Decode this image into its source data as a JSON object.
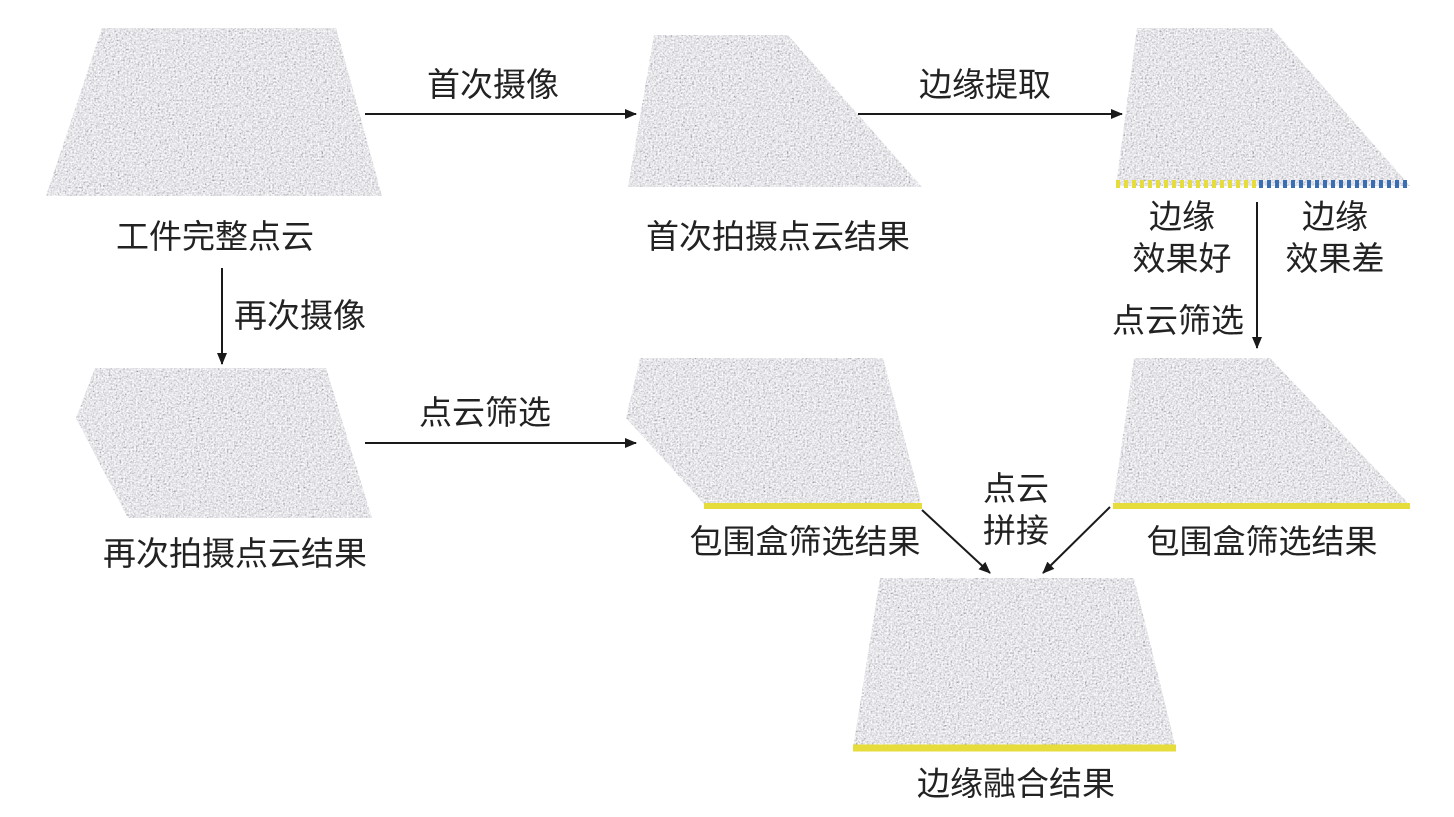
{
  "nodes": {
    "full_cloud": "工件完整点云",
    "first_capture_result": "首次拍摄点云结果",
    "second_capture_result": "再次拍摄点云结果",
    "bbox_filter_result_left": "包围盒筛选结果",
    "bbox_filter_result_right": "包围盒筛选结果",
    "edge_fusion_result": "边缘融合结果"
  },
  "edges": {
    "first_capture": "首次摄像",
    "edge_extraction": "边缘提取",
    "second_capture": "再次摄像",
    "filter_left": "点云筛选",
    "filter_right": "点云筛选",
    "stitch_line1": "点云",
    "stitch_line2": "拼接"
  },
  "edge_quality": {
    "good_line1": "边缘",
    "good_line2": "效果好",
    "bad_line1": "边缘",
    "bad_line2": "效果差"
  },
  "colors": {
    "good_edge": "#e6dc3c",
    "bad_edge": "#3a6fb5",
    "arrow": "#1a1a1a",
    "text": "#222222"
  }
}
